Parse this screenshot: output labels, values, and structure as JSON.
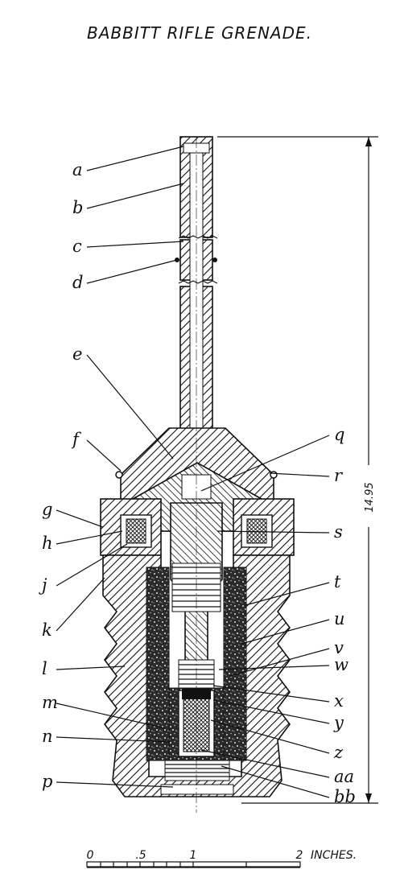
{
  "title": "BABBITT RIFLE GRENADE.",
  "dimension": "14.95",
  "labels": [
    "a",
    "b",
    "c",
    "d",
    "e",
    "f",
    "g",
    "h",
    "j",
    "k",
    "l",
    "m",
    "n",
    "p",
    "q",
    "r",
    "s",
    "t",
    "u",
    "v",
    "w",
    "x",
    "y",
    "z",
    "aa",
    "bb"
  ],
  "scale": {
    "ticks": [
      "0",
      ".5",
      "1",
      "2"
    ],
    "unit": "INCHES."
  },
  "colors": {
    "ink": "#111111",
    "paper": "#ffffff"
  }
}
